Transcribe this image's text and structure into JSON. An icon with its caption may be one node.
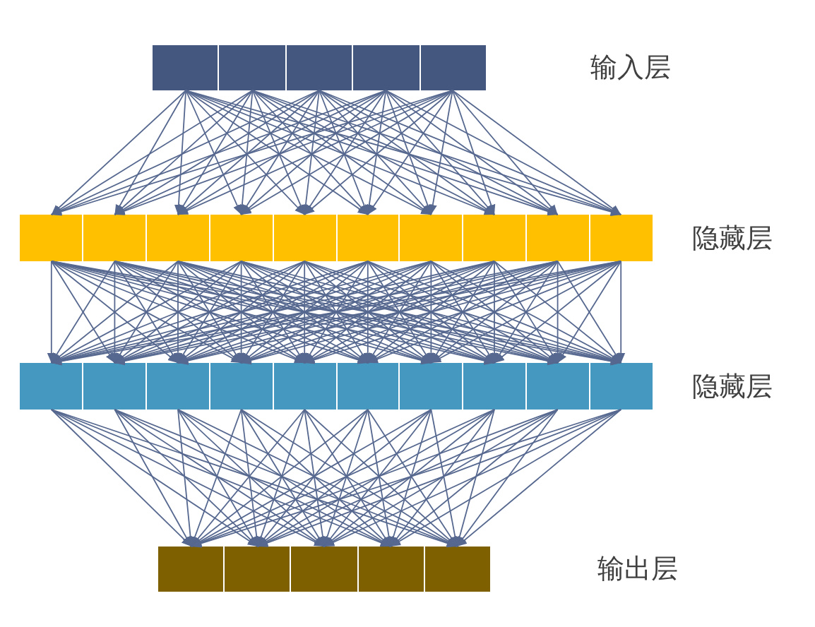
{
  "diagram": {
    "nodes": [
      {
        "text": [],
        "shape": "bar",
        "beside": [
          "输入层"
        ]
      },
      {
        "text": [],
        "shape": "box",
        "in": 0
      },
      {
        "text": [],
        "shape": "box",
        "in": 0
      },
      {
        "text": [],
        "shape": "box",
        "in": 0
      },
      {
        "text": [],
        "shape": "box",
        "in": 0
      },
      {
        "text": [],
        "shape": "box",
        "in": 0
      },
      {
        "text": [],
        "shape": "bar",
        "beside": [
          "隐藏层"
        ]
      },
      {
        "text": [],
        "shape": "box",
        "in": 6
      },
      {
        "text": [],
        "shape": "box",
        "in": 6
      },
      {
        "text": [],
        "shape": "box",
        "in": 6
      },
      {
        "text": [],
        "shape": "box",
        "in": 6
      },
      {
        "text": [],
        "shape": "box",
        "in": 6
      },
      {
        "text": [],
        "shape": "box",
        "in": 6
      },
      {
        "text": [],
        "shape": "box",
        "in": 6
      },
      {
        "text": [],
        "shape": "box",
        "in": 6
      },
      {
        "text": [],
        "shape": "box",
        "in": 6
      },
      {
        "text": [],
        "shape": "box",
        "in": 6
      },
      {
        "text": [],
        "shape": "bar",
        "beside": [
          "隐藏层"
        ]
      },
      {
        "text": [],
        "shape": "box",
        "in": 17
      },
      {
        "text": [],
        "shape": "box",
        "in": 17
      },
      {
        "text": [],
        "shape": "box",
        "in": 17
      },
      {
        "text": [],
        "shape": "box",
        "in": 17
      },
      {
        "text": [],
        "shape": "box",
        "in": 17
      },
      {
        "text": [],
        "shape": "box",
        "in": 17
      },
      {
        "text": [],
        "shape": "box",
        "in": 17
      },
      {
        "text": [],
        "shape": "box",
        "in": 17
      },
      {
        "text": [],
        "shape": "box",
        "in": 17
      },
      {
        "text": [],
        "shape": "box",
        "in": 17
      },
      {
        "text": [],
        "shape": "bar",
        "beside": [
          "输出层"
        ]
      },
      {
        "text": [],
        "shape": "box",
        "in": 28
      },
      {
        "text": [],
        "shape": "box",
        "in": 28
      },
      {
        "text": [],
        "shape": "box",
        "in": 28
      },
      {
        "text": [],
        "shape": "box",
        "in": 28
      },
      {
        "text": [],
        "shape": "box",
        "in": 28
      }
    ],
    "edges": [
      {
        "from": 1,
        "to": 7,
        "arrow": "to"
      },
      {
        "from": 1,
        "to": 8,
        "arrow": "to"
      },
      {
        "from": 1,
        "to": 9,
        "arrow": "to"
      },
      {
        "from": 1,
        "to": 10,
        "arrow": "to"
      },
      {
        "from": 1,
        "to": 11,
        "arrow": "to"
      },
      {
        "from": 1,
        "to": 12,
        "arrow": "to"
      },
      {
        "from": 1,
        "to": 13,
        "arrow": "to"
      },
      {
        "from": 1,
        "to": 14,
        "arrow": "to"
      },
      {
        "from": 1,
        "to": 15,
        "arrow": "to"
      },
      {
        "from": 1,
        "to": 16,
        "arrow": "to"
      },
      {
        "from": 2,
        "to": 7,
        "arrow": "to"
      },
      {
        "from": 2,
        "to": 8,
        "arrow": "to"
      },
      {
        "from": 2,
        "to": 9,
        "arrow": "to"
      },
      {
        "from": 2,
        "to": 10,
        "arrow": "to"
      },
      {
        "from": 2,
        "to": 11,
        "arrow": "to"
      },
      {
        "from": 2,
        "to": 12,
        "arrow": "to"
      },
      {
        "from": 2,
        "to": 13,
        "arrow": "to"
      },
      {
        "from": 2,
        "to": 14,
        "arrow": "to"
      },
      {
        "from": 2,
        "to": 15,
        "arrow": "to"
      },
      {
        "from": 2,
        "to": 16,
        "arrow": "to"
      },
      {
        "from": 3,
        "to": 7,
        "arrow": "to"
      },
      {
        "from": 3,
        "to": 8,
        "arrow": "to"
      },
      {
        "from": 3,
        "to": 9,
        "arrow": "to"
      },
      {
        "from": 3,
        "to": 10,
        "arrow": "to"
      },
      {
        "from": 3,
        "to": 11,
        "arrow": "to"
      },
      {
        "from": 3,
        "to": 12,
        "arrow": "to"
      },
      {
        "from": 3,
        "to": 13,
        "arrow": "to"
      },
      {
        "from": 3,
        "to": 14,
        "arrow": "to"
      },
      {
        "from": 3,
        "to": 15,
        "arrow": "to"
      },
      {
        "from": 3,
        "to": 16,
        "arrow": "to"
      },
      {
        "from": 4,
        "to": 7,
        "arrow": "to"
      },
      {
        "from": 4,
        "to": 8,
        "arrow": "to"
      },
      {
        "from": 4,
        "to": 9,
        "arrow": "to"
      },
      {
        "from": 4,
        "to": 10,
        "arrow": "to"
      },
      {
        "from": 4,
        "to": 11,
        "arrow": "to"
      },
      {
        "from": 4,
        "to": 12,
        "arrow": "to"
      },
      {
        "from": 4,
        "to": 13,
        "arrow": "to"
      },
      {
        "from": 4,
        "to": 14,
        "arrow": "to"
      },
      {
        "from": 4,
        "to": 15,
        "arrow": "to"
      },
      {
        "from": 4,
        "to": 16,
        "arrow": "to"
      },
      {
        "from": 5,
        "to": 7,
        "arrow": "to"
      },
      {
        "from": 5,
        "to": 8,
        "arrow": "to"
      },
      {
        "from": 5,
        "to": 9,
        "arrow": "to"
      },
      {
        "from": 5,
        "to": 10,
        "arrow": "to"
      },
      {
        "from": 5,
        "to": 11,
        "arrow": "to"
      },
      {
        "from": 5,
        "to": 12,
        "arrow": "to"
      },
      {
        "from": 5,
        "to": 13,
        "arrow": "to"
      },
      {
        "from": 5,
        "to": 14,
        "arrow": "to"
      },
      {
        "from": 5,
        "to": 15,
        "arrow": "to"
      },
      {
        "from": 5,
        "to": 16,
        "arrow": "to"
      },
      {
        "from": 7,
        "to": 18,
        "arrow": "to"
      },
      {
        "from": 7,
        "to": 19,
        "arrow": "to"
      },
      {
        "from": 7,
        "to": 20,
        "arrow": "to"
      },
      {
        "from": 7,
        "to": 21,
        "arrow": "to"
      },
      {
        "from": 7,
        "to": 22,
        "arrow": "to"
      },
      {
        "from": 7,
        "to": 23,
        "arrow": "to"
      },
      {
        "from": 7,
        "to": 24,
        "arrow": "to"
      },
      {
        "from": 7,
        "to": 25,
        "arrow": "to"
      },
      {
        "from": 7,
        "to": 26,
        "arrow": "to"
      },
      {
        "from": 7,
        "to": 27,
        "arrow": "to"
      },
      {
        "from": 8,
        "to": 18,
        "arrow": "to"
      },
      {
        "from": 8,
        "to": 19,
        "arrow": "to"
      },
      {
        "from": 8,
        "to": 20,
        "arrow": "to"
      },
      {
        "from": 8,
        "to": 21,
        "arrow": "to"
      },
      {
        "from": 8,
        "to": 22,
        "arrow": "to"
      },
      {
        "from": 8,
        "to": 23,
        "arrow": "to"
      },
      {
        "from": 8,
        "to": 24,
        "arrow": "to"
      },
      {
        "from": 8,
        "to": 25,
        "arrow": "to"
      },
      {
        "from": 8,
        "to": 26,
        "arrow": "to"
      },
      {
        "from": 8,
        "to": 27,
        "arrow": "to"
      },
      {
        "from": 9,
        "to": 18,
        "arrow": "to"
      },
      {
        "from": 9,
        "to": 19,
        "arrow": "to"
      },
      {
        "from": 9,
        "to": 20,
        "arrow": "to"
      },
      {
        "from": 9,
        "to": 21,
        "arrow": "to"
      },
      {
        "from": 9,
        "to": 22,
        "arrow": "to"
      },
      {
        "from": 9,
        "to": 23,
        "arrow": "to"
      },
      {
        "from": 9,
        "to": 24,
        "arrow": "to"
      },
      {
        "from": 9,
        "to": 25,
        "arrow": "to"
      },
      {
        "from": 9,
        "to": 26,
        "arrow": "to"
      },
      {
        "from": 9,
        "to": 27,
        "arrow": "to"
      },
      {
        "from": 10,
        "to": 18,
        "arrow": "to"
      },
      {
        "from": 10,
        "to": 19,
        "arrow": "to"
      },
      {
        "from": 10,
        "to": 20,
        "arrow": "to"
      },
      {
        "from": 10,
        "to": 21,
        "arrow": "to"
      },
      {
        "from": 10,
        "to": 22,
        "arrow": "to"
      },
      {
        "from": 10,
        "to": 23,
        "arrow": "to"
      },
      {
        "from": 10,
        "to": 24,
        "arrow": "to"
      },
      {
        "from": 10,
        "to": 25,
        "arrow": "to"
      },
      {
        "from": 10,
        "to": 26,
        "arrow": "to"
      },
      {
        "from": 10,
        "to": 27,
        "arrow": "to"
      },
      {
        "from": 11,
        "to": 18,
        "arrow": "to"
      },
      {
        "from": 11,
        "to": 19,
        "arrow": "to"
      },
      {
        "from": 11,
        "to": 20,
        "arrow": "to"
      },
      {
        "from": 11,
        "to": 21,
        "arrow": "to"
      },
      {
        "from": 11,
        "to": 22,
        "arrow": "to"
      },
      {
        "from": 11,
        "to": 23,
        "arrow": "to"
      },
      {
        "from": 11,
        "to": 24,
        "arrow": "to"
      },
      {
        "from": 11,
        "to": 25,
        "arrow": "to"
      },
      {
        "from": 11,
        "to": 26,
        "arrow": "to"
      },
      {
        "from": 11,
        "to": 27,
        "arrow": "to"
      },
      {
        "from": 12,
        "to": 18,
        "arrow": "to"
      },
      {
        "from": 12,
        "to": 19,
        "arrow": "to"
      },
      {
        "from": 12,
        "to": 20,
        "arrow": "to"
      },
      {
        "from": 12,
        "to": 21,
        "arrow": "to"
      },
      {
        "from": 12,
        "to": 22,
        "arrow": "to"
      },
      {
        "from": 12,
        "to": 23,
        "arrow": "to"
      },
      {
        "from": 12,
        "to": 24,
        "arrow": "to"
      },
      {
        "from": 12,
        "to": 25,
        "arrow": "to"
      },
      {
        "from": 12,
        "to": 26,
        "arrow": "to"
      },
      {
        "from": 12,
        "to": 27,
        "arrow": "to"
      },
      {
        "from": 13,
        "to": 18,
        "arrow": "to"
      },
      {
        "from": 13,
        "to": 19,
        "arrow": "to"
      },
      {
        "from": 13,
        "to": 20,
        "arrow": "to"
      },
      {
        "from": 13,
        "to": 21,
        "arrow": "to"
      },
      {
        "from": 13,
        "to": 22,
        "arrow": "to"
      },
      {
        "from": 13,
        "to": 23,
        "arrow": "to"
      },
      {
        "from": 13,
        "to": 24,
        "arrow": "to"
      },
      {
        "from": 13,
        "to": 25,
        "arrow": "to"
      },
      {
        "from": 13,
        "to": 26,
        "arrow": "to"
      },
      {
        "from": 13,
        "to": 27,
        "arrow": "to"
      },
      {
        "from": 14,
        "to": 18,
        "arrow": "to"
      },
      {
        "from": 14,
        "to": 19,
        "arrow": "to"
      },
      {
        "from": 14,
        "to": 20,
        "arrow": "to"
      },
      {
        "from": 14,
        "to": 21,
        "arrow": "to"
      },
      {
        "from": 14,
        "to": 22,
        "arrow": "to"
      },
      {
        "from": 14,
        "to": 23,
        "arrow": "to"
      },
      {
        "from": 14,
        "to": 24,
        "arrow": "to"
      },
      {
        "from": 14,
        "to": 25,
        "arrow": "to"
      },
      {
        "from": 14,
        "to": 26,
        "arrow": "to"
      },
      {
        "from": 14,
        "to": 27,
        "arrow": "to"
      },
      {
        "from": 15,
        "to": 18,
        "arrow": "to"
      },
      {
        "from": 15,
        "to": 19,
        "arrow": "to"
      },
      {
        "from": 15,
        "to": 20,
        "arrow": "to"
      },
      {
        "from": 15,
        "to": 21,
        "arrow": "to"
      },
      {
        "from": 15,
        "to": 22,
        "arrow": "to"
      },
      {
        "from": 15,
        "to": 23,
        "arrow": "to"
      },
      {
        "from": 15,
        "to": 24,
        "arrow": "to"
      },
      {
        "from": 15,
        "to": 25,
        "arrow": "to"
      },
      {
        "from": 15,
        "to": 26,
        "arrow": "to"
      },
      {
        "from": 15,
        "to": 27,
        "arrow": "to"
      },
      {
        "from": 16,
        "to": 18,
        "arrow": "to"
      },
      {
        "from": 16,
        "to": 19,
        "arrow": "to"
      },
      {
        "from": 16,
        "to": 20,
        "arrow": "to"
      },
      {
        "from": 16,
        "to": 21,
        "arrow": "to"
      },
      {
        "from": 16,
        "to": 22,
        "arrow": "to"
      },
      {
        "from": 16,
        "to": 23,
        "arrow": "to"
      },
      {
        "from": 16,
        "to": 24,
        "arrow": "to"
      },
      {
        "from": 16,
        "to": 25,
        "arrow": "to"
      },
      {
        "from": 16,
        "to": 26,
        "arrow": "to"
      },
      {
        "from": 16,
        "to": 27,
        "arrow": "to"
      },
      {
        "from": 18,
        "to": 29,
        "arrow": "to"
      },
      {
        "from": 18,
        "to": 30,
        "arrow": "to"
      },
      {
        "from": 18,
        "to": 31,
        "arrow": "to"
      },
      {
        "from": 18,
        "to": 32,
        "arrow": "to"
      },
      {
        "from": 18,
        "to": 33,
        "arrow": "to"
      },
      {
        "from": 19,
        "to": 29,
        "arrow": "to"
      },
      {
        "from": 19,
        "to": 30,
        "arrow": "to"
      },
      {
        "from": 19,
        "to": 31,
        "arrow": "to"
      },
      {
        "from": 19,
        "to": 32,
        "arrow": "to"
      },
      {
        "from": 19,
        "to": 33,
        "arrow": "to"
      },
      {
        "from": 20,
        "to": 29,
        "arrow": "to"
      },
      {
        "from": 20,
        "to": 30,
        "arrow": "to"
      },
      {
        "from": 20,
        "to": 31,
        "arrow": "to"
      },
      {
        "from": 20,
        "to": 32,
        "arrow": "to"
      },
      {
        "from": 20,
        "to": 33,
        "arrow": "to"
      },
      {
        "from": 21,
        "to": 29,
        "arrow": "to"
      },
      {
        "from": 21,
        "to": 30,
        "arrow": "to"
      },
      {
        "from": 21,
        "to": 31,
        "arrow": "to"
      },
      {
        "from": 21,
        "to": 32,
        "arrow": "to"
      },
      {
        "from": 21,
        "to": 33,
        "arrow": "to"
      },
      {
        "from": 22,
        "to": 29,
        "arrow": "to"
      },
      {
        "from": 22,
        "to": 30,
        "arrow": "to"
      },
      {
        "from": 22,
        "to": 31,
        "arrow": "to"
      },
      {
        "from": 22,
        "to": 32,
        "arrow": "to"
      },
      {
        "from": 22,
        "to": 33,
        "arrow": "to"
      },
      {
        "from": 23,
        "to": 29,
        "arrow": "to"
      },
      {
        "from": 23,
        "to": 30,
        "arrow": "to"
      },
      {
        "from": 23,
        "to": 31,
        "arrow": "to"
      },
      {
        "from": 23,
        "to": 32,
        "arrow": "to"
      },
      {
        "from": 23,
        "to": 33,
        "arrow": "to"
      },
      {
        "from": 24,
        "to": 29,
        "arrow": "to"
      },
      {
        "from": 24,
        "to": 30,
        "arrow": "to"
      },
      {
        "from": 24,
        "to": 31,
        "arrow": "to"
      },
      {
        "from": 24,
        "to": 32,
        "arrow": "to"
      },
      {
        "from": 24,
        "to": 33,
        "arrow": "to"
      },
      {
        "from": 25,
        "to": 29,
        "arrow": "to"
      },
      {
        "from": 25,
        "to": 30,
        "arrow": "to"
      },
      {
        "from": 25,
        "to": 31,
        "arrow": "to"
      },
      {
        "from": 25,
        "to": 32,
        "arrow": "to"
      },
      {
        "from": 25,
        "to": 33,
        "arrow": "to"
      },
      {
        "from": 26,
        "to": 29,
        "arrow": "to"
      },
      {
        "from": 26,
        "to": 30,
        "arrow": "to"
      },
      {
        "from": 26,
        "to": 31,
        "arrow": "to"
      },
      {
        "from": 26,
        "to": 32,
        "arrow": "to"
      },
      {
        "from": 26,
        "to": 33,
        "arrow": "to"
      },
      {
        "from": 27,
        "to": 29,
        "arrow": "to"
      },
      {
        "from": 27,
        "to": 30,
        "arrow": "to"
      },
      {
        "from": 27,
        "to": 31,
        "arrow": "to"
      },
      {
        "from": 27,
        "to": 32,
        "arrow": "to"
      },
      {
        "from": 27,
        "to": 33,
        "arrow": "to"
      }
    ]
  }
}
